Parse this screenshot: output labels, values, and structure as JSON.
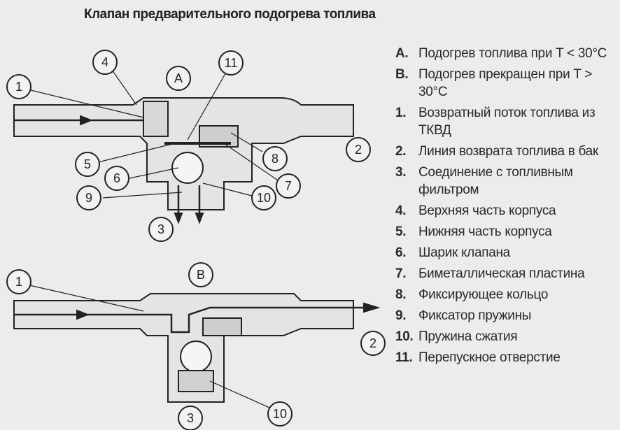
{
  "title": "Клапан предварительного подогрева топлива",
  "legend": [
    {
      "key": "A.",
      "text": "Подогрев топлива при T < 30°C"
    },
    {
      "key": "B.",
      "text": "Подогрев прекращен при T > 30°C"
    },
    {
      "key": "1.",
      "text": "Возвратный поток топлива из ТКВД"
    },
    {
      "key": "2.",
      "text": "Линия возврата топлива в бак"
    },
    {
      "key": "3.",
      "text": "Соединение с топливным фильтром"
    },
    {
      "key": "4.",
      "text": "Верхняя часть корпуса"
    },
    {
      "key": "5.",
      "text": "Нижняя часть корпуса"
    },
    {
      "key": "6.",
      "text": "Шарик клапана"
    },
    {
      "key": "7.",
      "text": "Биметаллическая пластина"
    },
    {
      "key": "8.",
      "text": "Фиксирующее кольцо"
    },
    {
      "key": "9.",
      "text": "Фиксатор пружины"
    },
    {
      "key": "10.",
      "text": "Пружина сжатия"
    },
    {
      "key": "11.",
      "text": "Перепускное отверстие"
    }
  ],
  "callouts_top": [
    "1",
    "4",
    "A",
    "11",
    "5",
    "6",
    "9",
    "3",
    "8",
    "7",
    "10",
    "2"
  ],
  "callouts_bottom": [
    "1",
    "B",
    "2",
    "3",
    "10"
  ]
}
